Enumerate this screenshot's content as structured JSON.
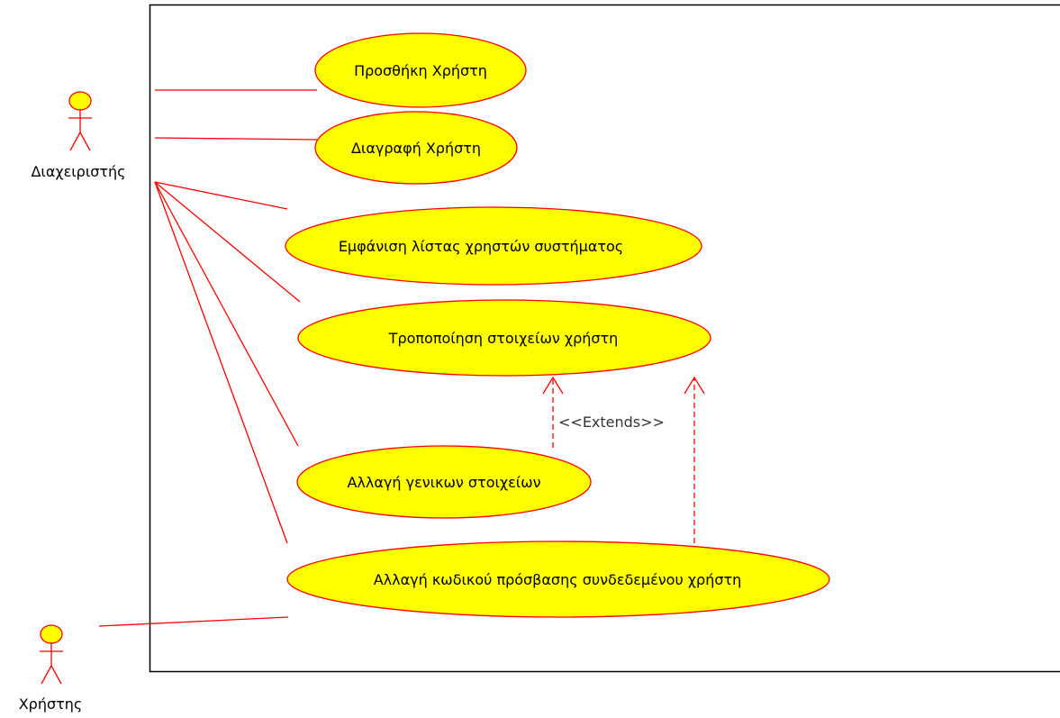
{
  "colors": {
    "stroke": "#ff0000",
    "usecase_fill": "#ffff00",
    "boundary": "#000000",
    "text": "#000000"
  },
  "actors": {
    "admin": {
      "name": "Διαχειριστής"
    },
    "user": {
      "name": "Χρήστης"
    }
  },
  "use_cases": {
    "add_user": "Προσθήκη Χρήστη",
    "delete_user": "Διαγραφή Χρήστη",
    "list_users": "Εμφάνιση λίστας χρηστών συστήματος",
    "modify_user": "Τροποποίηση στοιχείων χρήστη",
    "change_general": "Αλλαγή γενικων στοιχείων",
    "change_password": "Αλλαγή κωδικού πρόσβασης συνδεδεμένου χρήστη"
  },
  "relations": {
    "extends_label": "<<Extends>>"
  }
}
